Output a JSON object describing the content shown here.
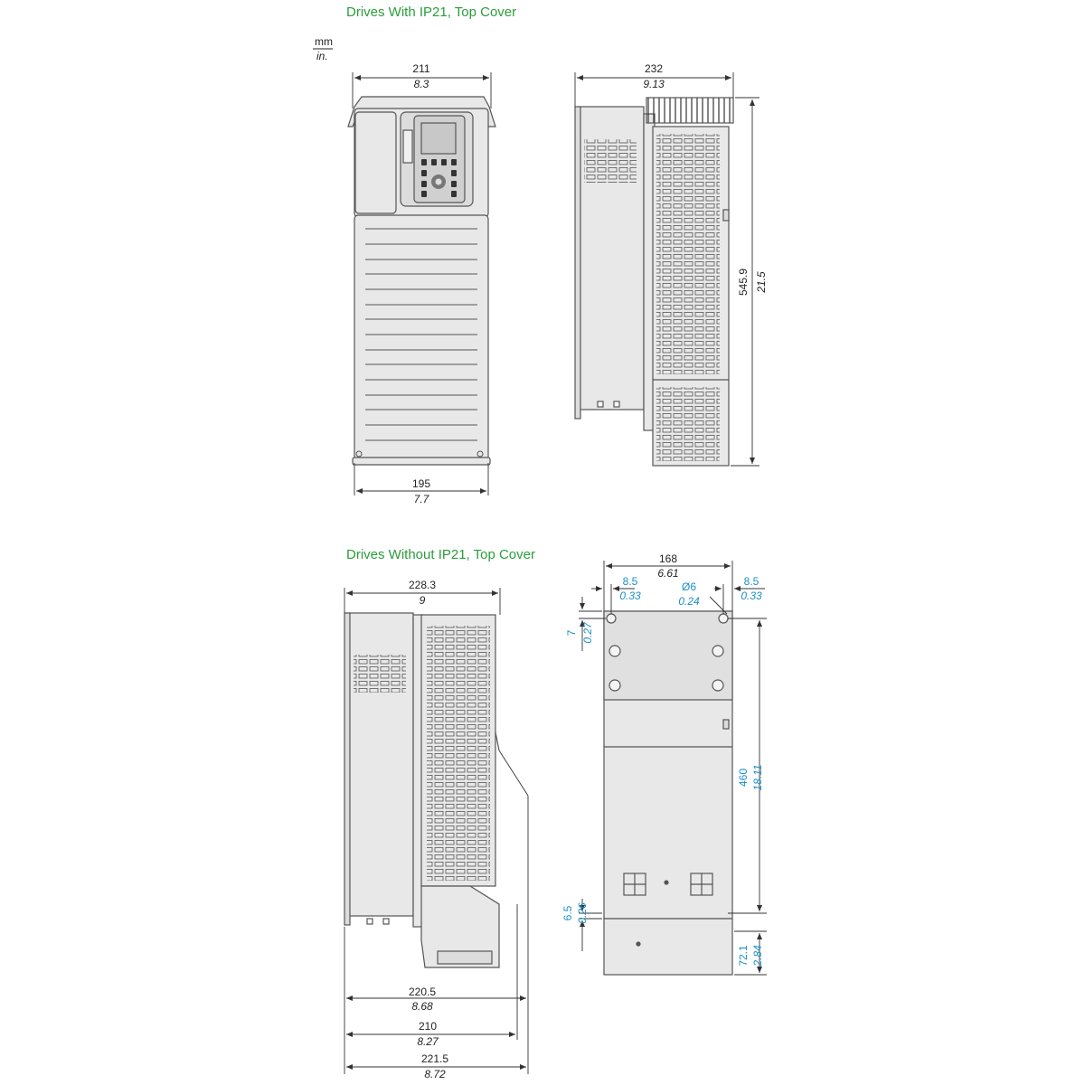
{
  "titles": {
    "top": "Drives With IP21, Top Cover",
    "bottom": "Drives Without IP21, Top Cover"
  },
  "unit_key": {
    "mm": "mm",
    "in": "in."
  },
  "dims": {
    "w211_mm": "211",
    "w211_in": "8.3",
    "w195_mm": "195",
    "w195_in": "7.7",
    "d232_mm": "232",
    "d232_in": "9.13",
    "h545_mm": "545.9",
    "h545_in": "21.5",
    "d228_mm": "228.3",
    "d228_in": "9",
    "d220_mm": "220.5",
    "d220_in": "8.68",
    "d210_mm": "210",
    "d210_in": "8.27",
    "d221_mm": "221.5",
    "d221_in": "8.72",
    "w168_mm": "168",
    "w168_in": "6.61",
    "e85l_mm": "8.5",
    "e85l_in": "0.33",
    "hole_mm": "Ø6",
    "hole_in": "0.24",
    "e85r_mm": "8.5",
    "e85r_in": "0.33",
    "t7_mm": "7",
    "t7_in": "0.27",
    "h460_mm": "460",
    "h460_in": "18.11",
    "b65_mm": "6.5",
    "b65_in": "0.26",
    "b721_mm": "72.1",
    "b721_in": "2.84"
  },
  "colors": {
    "title": "#2a9d3a",
    "mounting_dims": "#1a8fc8",
    "outline": "#555555",
    "fill": "#e8e8e8"
  }
}
